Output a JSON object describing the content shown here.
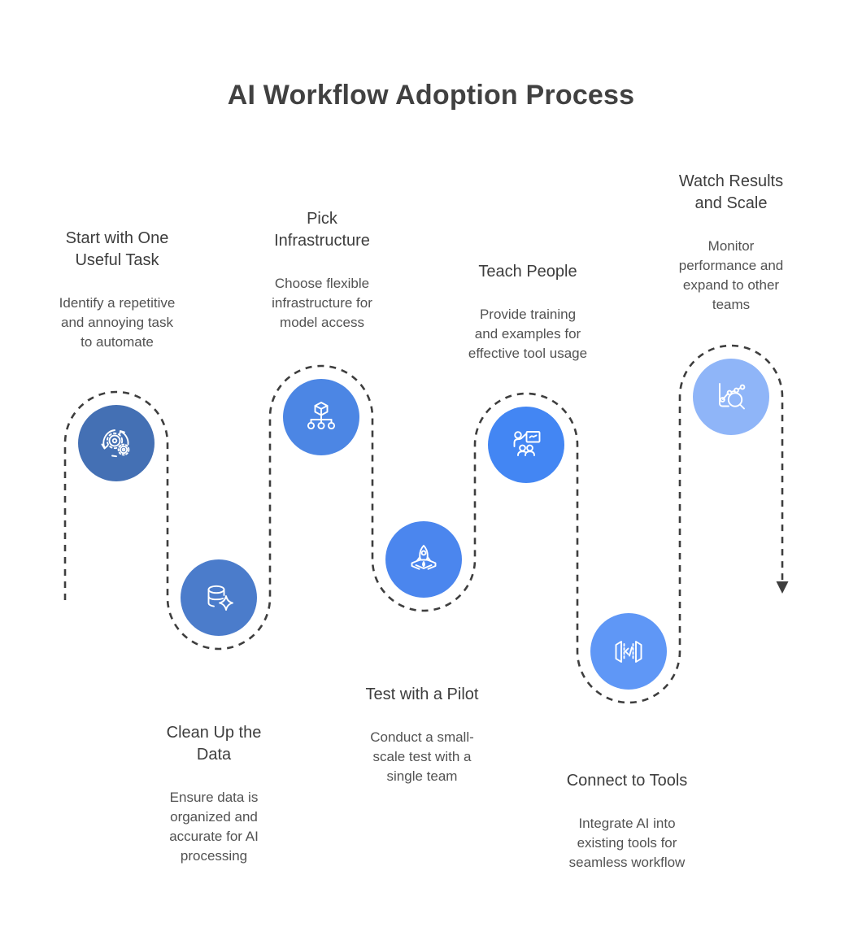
{
  "title": "AI Workflow Adoption Process",
  "colors": {
    "path": "#3e3e3e",
    "icon_stroke": "#ffffff",
    "title_text": "#414141",
    "heading_text": "#3d3d3d",
    "body_text": "#525252"
  },
  "steps": [
    {
      "title": "Start with One\nUseful Task",
      "description": "Identify a repetitive\nand annoying task\nto automate",
      "icon": "automation-gears-icon",
      "color": "#4470B4"
    },
    {
      "title": "Clean Up the\nData",
      "description": "Ensure data is\norganized and\naccurate for AI\nprocessing",
      "icon": "database-sparkle-icon",
      "color": "#4B7CCB"
    },
    {
      "title": "Pick\nInfrastructure",
      "description": "Choose flexible\ninfrastructure for\nmodel access",
      "icon": "infrastructure-nodes-icon",
      "color": "#4C86E4"
    },
    {
      "title": "Test with a Pilot",
      "description": "Conduct a small-\nscale test with a\nsingle team",
      "icon": "rocket-launch-icon",
      "color": "#4B86EE"
    },
    {
      "title": "Teach People",
      "description": "Provide training\nand examples for\neffective tool usage",
      "icon": "training-presentation-icon",
      "color": "#4386F3"
    },
    {
      "title": "Connect to Tools",
      "description": "Integrate AI into\nexisting tools for\nseamless workflow",
      "icon": "code-integration-icon",
      "color": "#5F97F6"
    },
    {
      "title": "Watch Results\nand Scale",
      "description": "Monitor\nperformance and\nexpand to other\nteams",
      "icon": "analytics-search-icon",
      "color": "#8FB5F8"
    }
  ]
}
